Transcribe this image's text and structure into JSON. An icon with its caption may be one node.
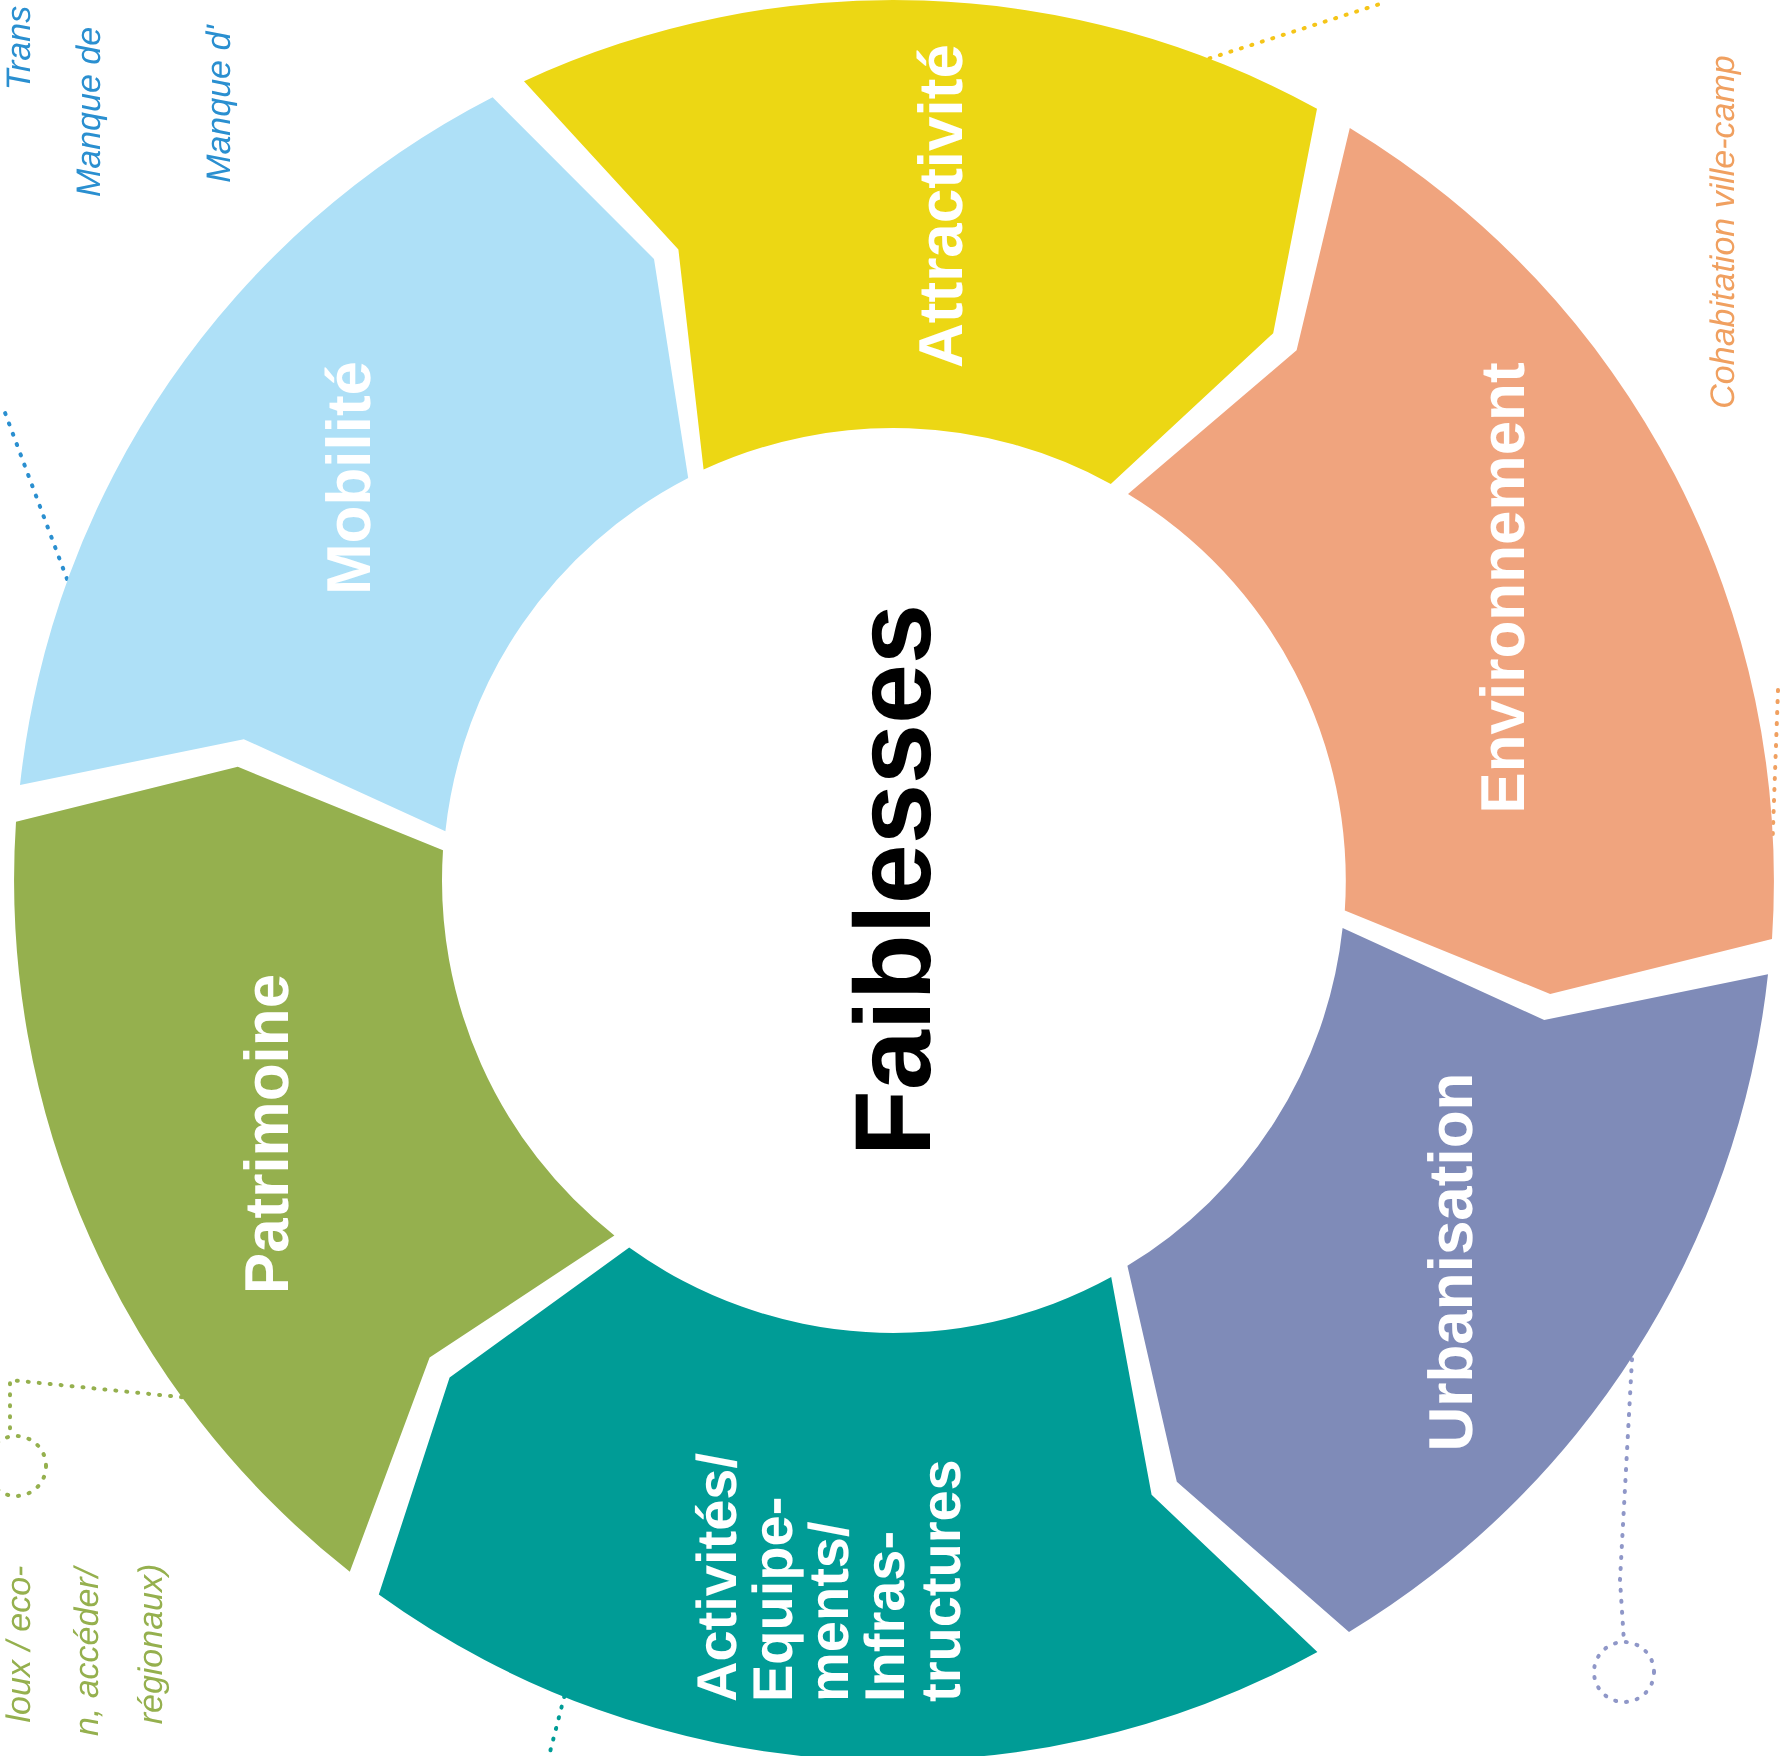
{
  "diagram": {
    "nodes": [
      {
        "text": [
          "Attractivité"
        ]
      },
      {
        "text": [
          "Environnement"
        ]
      },
      {
        "text": [
          "Urbanisation"
        ]
      },
      {
        "text": [
          "Activités/ Equipe- ments/ Infras- tructures"
        ]
      },
      {
        "text": [
          "Patrimoine"
        ]
      },
      {
        "text": [
          "Mobilité"
        ]
      },
      {
        "text": [
          "Faiblesses"
        ]
      }
    ],
    "edges": [
      {
        "from": 0,
        "to": null,
        "arrow": "none",
        "style": "dashed",
        "color": "#f5c518"
      },
      {
        "from": 1,
        "to": null,
        "arrow": "none",
        "style": "dashed",
        "color": "#f0a060"
      },
      {
        "from": 2,
        "to": null,
        "arrow": "other",
        "style": "dashed",
        "color": "#8f97c8"
      },
      {
        "from": 3,
        "to": null,
        "arrow": "none",
        "style": "dashed",
        "color": "#009c96"
      },
      {
        "from": 4,
        "to": null,
        "arrow": "other",
        "style": "dashed",
        "color": "#95b04e"
      },
      {
        "from": 5,
        "to": null,
        "arrow": "none",
        "style": "dashed",
        "color": "#2a8fd0"
      }
    ],
    "labels": [
      "Trans",
      "Manque de",
      "Manque d'",
      "Cohabitation ville-camp",
      "loux / eco-",
      "n, accéder/",
      "régionaux)"
    ]
  }
}
